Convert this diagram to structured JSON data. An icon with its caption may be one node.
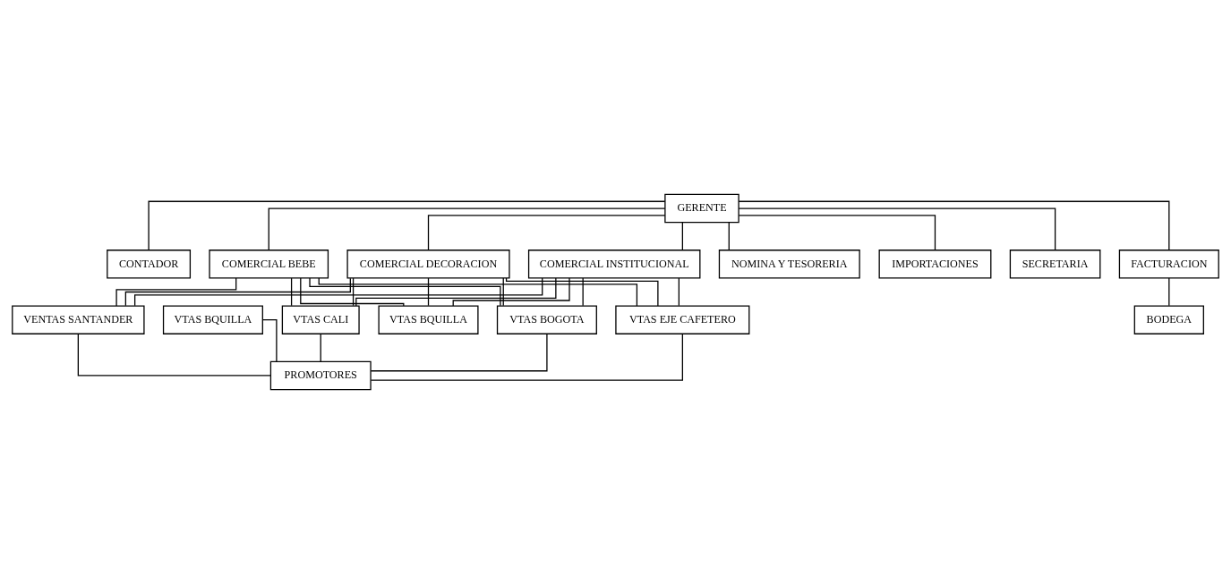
{
  "diagram": {
    "nodes": [
      {
        "text": [
          "GERENTE"
        ]
      },
      {
        "text": [
          "CONTADOR"
        ]
      },
      {
        "text": [
          "COMERCIAL BEBE"
        ]
      },
      {
        "text": [
          "COMERCIAL DECORACION"
        ]
      },
      {
        "text": [
          "COMERCIAL INSTITUCIONAL"
        ]
      },
      {
        "text": [
          "NOMINA Y TESORERIA"
        ]
      },
      {
        "text": [
          "IMPORTACIONES"
        ]
      },
      {
        "text": [
          "VTAS BQUILLA"
        ]
      },
      {
        "text": [
          "VTAS BQUILLA"
        ]
      },
      {
        "text": [
          "VTAS EJE CAFETERO"
        ]
      },
      {
        "text": [
          "VTAS BOGOTA"
        ]
      },
      {
        "text": [
          "VTAS CALI"
        ]
      },
      {
        "text": [
          "VENTAS SANTANDER"
        ]
      },
      {
        "text": [
          "SECRETARIA"
        ]
      },
      {
        "text": [
          "FACTURACION"
        ]
      },
      {
        "text": [
          "PROMOTORES"
        ]
      },
      {
        "text": [
          "BODEGA"
        ]
      }
    ],
    "edges": [
      {
        "from": 0,
        "to": 2,
        "arrow": "none"
      },
      {
        "from": 0,
        "to": 3,
        "arrow": "none"
      },
      {
        "from": 0,
        "to": 4,
        "arrow": "none"
      },
      {
        "from": 0,
        "to": 1,
        "arrow": "none"
      },
      {
        "from": 0,
        "to": 5,
        "arrow": "none"
      },
      {
        "from": 0,
        "to": 6,
        "arrow": "none"
      },
      {
        "from": 0,
        "to": 13,
        "arrow": "none"
      },
      {
        "from": 0,
        "to": 14,
        "arrow": "none"
      },
      {
        "from": 2,
        "to": 7,
        "arrow": "none"
      },
      {
        "from": 2,
        "to": 9,
        "arrow": "none"
      },
      {
        "from": 2,
        "to": 10,
        "arrow": "none"
      },
      {
        "from": 2,
        "to": 11,
        "arrow": "none"
      },
      {
        "from": 2,
        "to": 12,
        "arrow": "none"
      },
      {
        "from": 3,
        "to": 7,
        "arrow": "none"
      },
      {
        "from": 3,
        "to": 9,
        "arrow": "none"
      },
      {
        "from": 3,
        "to": 10,
        "arrow": "none"
      },
      {
        "from": 3,
        "to": 11,
        "arrow": "none"
      },
      {
        "from": 3,
        "to": 12,
        "arrow": "none"
      },
      {
        "from": 4,
        "to": 7,
        "arrow": "none"
      },
      {
        "from": 4,
        "to": 9,
        "arrow": "none"
      },
      {
        "from": 4,
        "to": 10,
        "arrow": "none"
      },
      {
        "from": 4,
        "to": 11,
        "arrow": "none"
      },
      {
        "from": 4,
        "to": 12,
        "arrow": "none"
      },
      {
        "from": 8,
        "to": 15,
        "arrow": "none"
      },
      {
        "from": 9,
        "to": 15,
        "arrow": "none"
      },
      {
        "from": 10,
        "to": 15,
        "arrow": "none"
      },
      {
        "from": 11,
        "to": 15,
        "arrow": "none"
      },
      {
        "from": 12,
        "to": 15,
        "arrow": "none"
      },
      {
        "from": 14,
        "to": 16,
        "arrow": "none"
      }
    ]
  }
}
